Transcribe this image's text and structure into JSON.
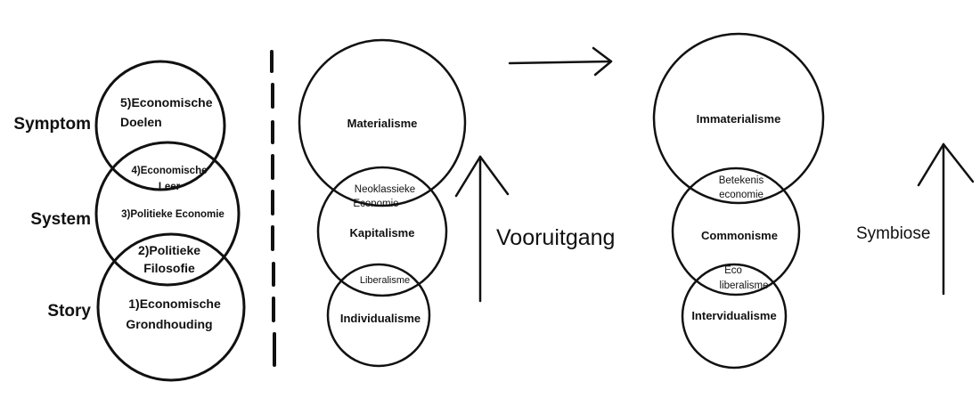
{
  "left": {
    "row_labels": [
      "Symptom",
      "System",
      "Story"
    ],
    "circle5": [
      "5)Economische",
      "Doelen"
    ],
    "overlap4": [
      "4)Economische",
      "Leer"
    ],
    "circle3": "3)Politieke Economie",
    "overlap2": [
      "2)Politieke",
      "Filosofie"
    ],
    "circle1": [
      "1)Economische",
      "Grondhouding"
    ]
  },
  "middle": {
    "top": "Materialisme",
    "overlap_top": [
      "Neoklassieke",
      "Economie"
    ],
    "center": "Kapitalisme",
    "overlap_bottom": "Liberalisme",
    "bottom": "Individualisme",
    "arrow_label": "Vooruitgang"
  },
  "right": {
    "top": "Immaterialisme",
    "overlap_top": [
      "Betekenis",
      "economie"
    ],
    "center": "Commonisme",
    "overlap_bottom": [
      "Eco",
      "liberalisme"
    ],
    "bottom": "Intervidualisme",
    "arrow_label": "Symbiose"
  }
}
